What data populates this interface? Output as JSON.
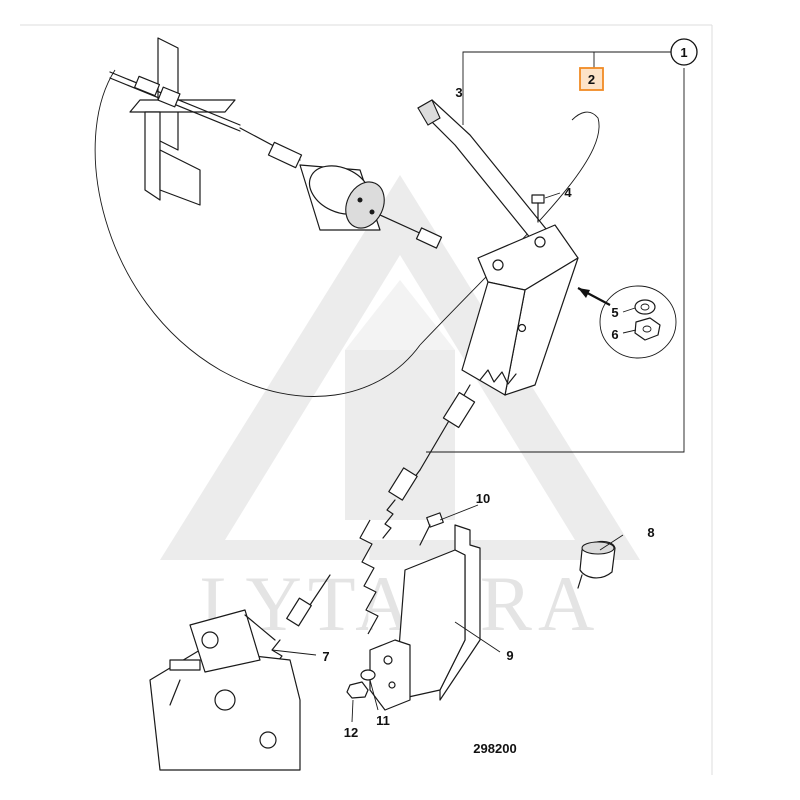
{
  "diagram": {
    "reference_number": "298200",
    "watermark_text": "LYTAGRA",
    "highlight_color": "#f08a24",
    "watermark_color": "#e4e4e4",
    "callouts": [
      {
        "id": "1",
        "text": "1",
        "style": "circle"
      },
      {
        "id": "2",
        "text": "2",
        "style": "highlight-box"
      },
      {
        "id": "3",
        "text": "3",
        "style": "plain"
      },
      {
        "id": "4",
        "text": "4",
        "style": "plain"
      },
      {
        "id": "5",
        "text": "5",
        "style": "plain"
      },
      {
        "id": "6",
        "text": "6",
        "style": "plain"
      },
      {
        "id": "7",
        "text": "7",
        "style": "plain"
      },
      {
        "id": "8",
        "text": "8",
        "style": "plain"
      },
      {
        "id": "9",
        "text": "9",
        "style": "plain"
      },
      {
        "id": "10",
        "text": "10",
        "style": "plain"
      },
      {
        "id": "11",
        "text": "11",
        "style": "plain"
      },
      {
        "id": "12",
        "text": "12",
        "style": "plain"
      }
    ]
  }
}
